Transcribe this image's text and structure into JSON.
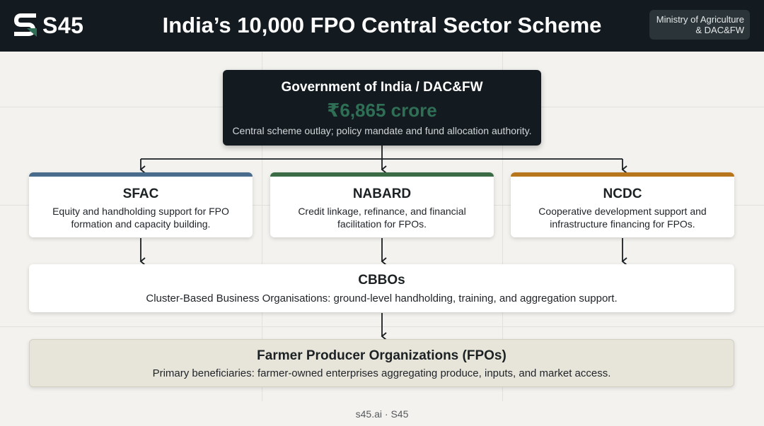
{
  "header": {
    "brand": "S45",
    "title": "India’s 10,000 FPO Central Sector Scheme",
    "ministry_line1": "Ministry of Agriculture",
    "ministry_line2": "& DAC&FW"
  },
  "government": {
    "title": "Government of India / DAC&FW",
    "amount": "₹6,865 crore",
    "description": "Central scheme outlay; policy mandate and fund allocation authority."
  },
  "agencies": [
    {
      "name": "SFAC",
      "description": "Equity and handholding support for FPO formation and capacity building.",
      "color": "#4a6c8c"
    },
    {
      "name": "NABARD",
      "description": "Credit linkage, refinance, and financial facilitation for FPOs.",
      "color": "#3a6b45"
    },
    {
      "name": "NCDC",
      "description": "Cooperative development support and infrastructure financing for FPOs.",
      "color": "#b8761c"
    }
  ],
  "cbbo": {
    "name": "CBBOs",
    "description": "Cluster-Based Business Organisations: ground-level handholding, training, and aggregation support."
  },
  "fpo": {
    "name": "Farmer Producer Organizations (FPOs)",
    "description": "Primary beneficiaries: farmer-owned enterprises aggregating produce, inputs, and market access."
  },
  "footer": "s45.ai · S45"
}
